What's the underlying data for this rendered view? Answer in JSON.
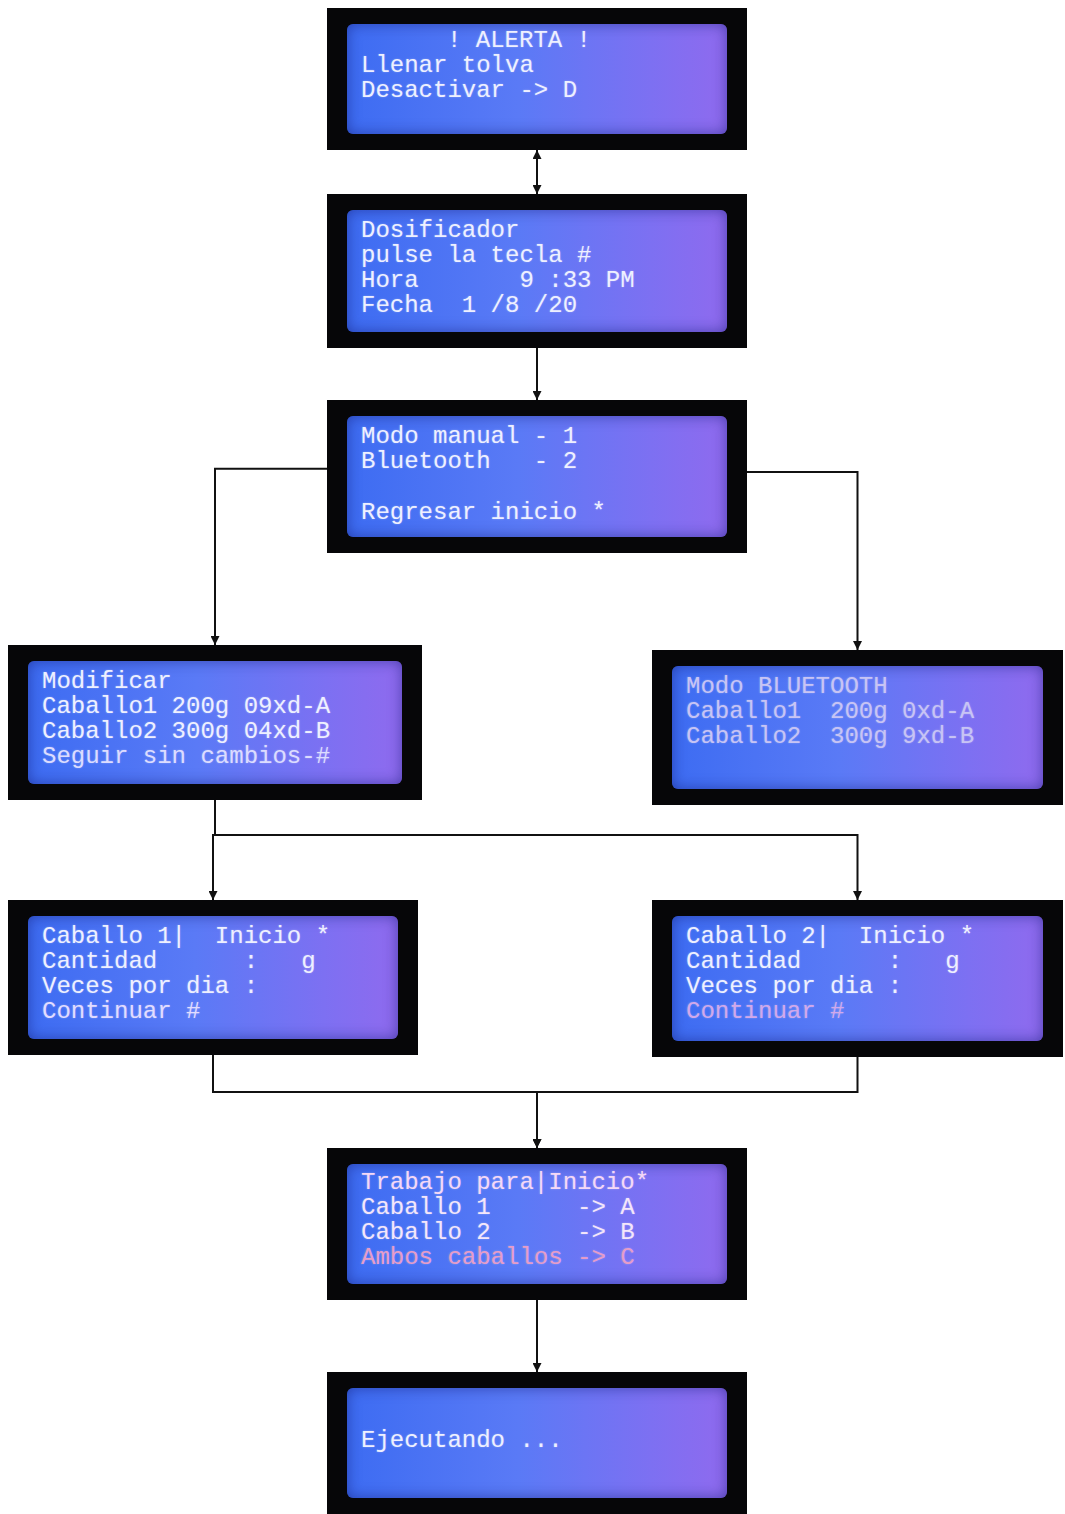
{
  "diagram": {
    "nodes": [
      {
        "text": [
          "! ALERTA !",
          "Llenar tolva",
          "Desactivar -> D"
        ]
      },
      {
        "text": [
          "Dosificador",
          "pulse la tecla #",
          "Hora       9 :33 PM",
          "Fecha  1 /8 /20"
        ]
      },
      {
        "text": [
          "Modo manual - 1",
          "Bluetooth   - 2",
          "Regresar inicio *"
        ]
      },
      {
        "text": [
          "Modificar",
          "Caballo1 200g 09xd-A",
          "Caballo2 300g 04xd-B",
          "Seguir sin cambios-#"
        ]
      },
      {
        "text": [
          "Modo BLUETOOTH",
          "Caballo1  200g 0xd-A",
          "Caballo2  300g 9xd-B"
        ]
      },
      {
        "text": [
          "Caballo 1|  Inicio *",
          "Cantidad      :   g",
          "Veces por dia :",
          "Continuar #"
        ]
      },
      {
        "text": [
          "Caballo 2|  Inicio *",
          "Cantidad      :   g",
          "Veces por dia :",
          "Continuar #"
        ]
      },
      {
        "text": [
          "Trabajo para|Inicio*",
          "Caballo 1      -> A",
          "Caballo 2      -> B",
          "Ambos caballos -> C"
        ]
      },
      {
        "text": [
          "Ejecutando ..."
        ]
      }
    ],
    "edges": [
      {
        "from": 0,
        "to": 1,
        "arrow": "both"
      },
      {
        "from": 1,
        "to": 2,
        "arrow": "to"
      },
      {
        "from": 2,
        "to": 3,
        "arrow": "to"
      },
      {
        "from": 2,
        "to": 4,
        "arrow": "to"
      },
      {
        "from": 3,
        "to": 5,
        "arrow": "to"
      },
      {
        "from": 3,
        "to": 6,
        "arrow": "to"
      },
      {
        "from": 5,
        "to": 7,
        "arrow": "to"
      },
      {
        "from": 6,
        "to": 7,
        "arrow": "to"
      },
      {
        "from": 7,
        "to": 8,
        "arrow": "to"
      }
    ]
  }
}
